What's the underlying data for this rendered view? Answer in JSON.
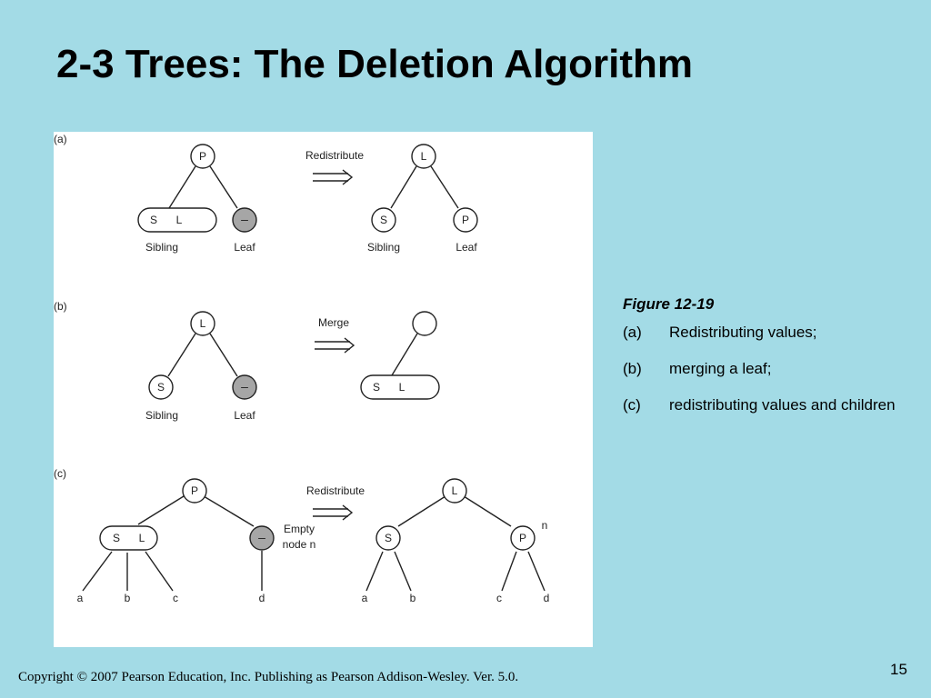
{
  "slide": {
    "title": "2-3 Trees: The Deletion Algorithm",
    "copyright": "Copyright © 2007 Pearson Education, Inc. Publishing as Pearson Addison-Wesley. Ver. 5.0.",
    "page_number": "15"
  },
  "caption": {
    "title": "Figure 12-19",
    "items": [
      {
        "label": "(a)",
        "text": "Redistributing values;"
      },
      {
        "label": "(b)",
        "text": "merging a leaf;"
      },
      {
        "label": "(c)",
        "text": "redistributing values and children"
      }
    ]
  },
  "diagram": {
    "colors": {
      "background": "#a3dbe6",
      "panel": "#ffffff",
      "empty_node": "#a6a6a6",
      "stroke": "#222222"
    },
    "a": {
      "label": "(a)",
      "action": "Redistribute",
      "before": {
        "parent": "P",
        "sibling_left": "S",
        "sibling_right": "L",
        "leaf": "–",
        "sibling_caption": "Sibling",
        "leaf_caption": "Leaf"
      },
      "after": {
        "parent": "L",
        "left": "S",
        "right": "P",
        "left_caption": "Sibling",
        "right_caption": "Leaf"
      }
    },
    "b": {
      "label": "(b)",
      "action": "Merge",
      "before": {
        "parent": "L",
        "sibling": "S",
        "leaf": "–",
        "sibling_caption": "Sibling",
        "leaf_caption": "Leaf"
      },
      "after": {
        "merged_left": "S",
        "merged_right": "L"
      }
    },
    "c": {
      "label": "(c)",
      "action": "Redistribute",
      "before": {
        "parent": "P",
        "sibling_left": "S",
        "sibling_right": "L",
        "empty": "–",
        "empty_caption_1": "Empty",
        "empty_caption_2": "node n",
        "children": [
          "a",
          "b",
          "c",
          "d"
        ]
      },
      "after": {
        "parent": "L",
        "left": "S",
        "right": "P",
        "node_tag": "n",
        "children": [
          "a",
          "b",
          "c",
          "d"
        ]
      }
    }
  }
}
